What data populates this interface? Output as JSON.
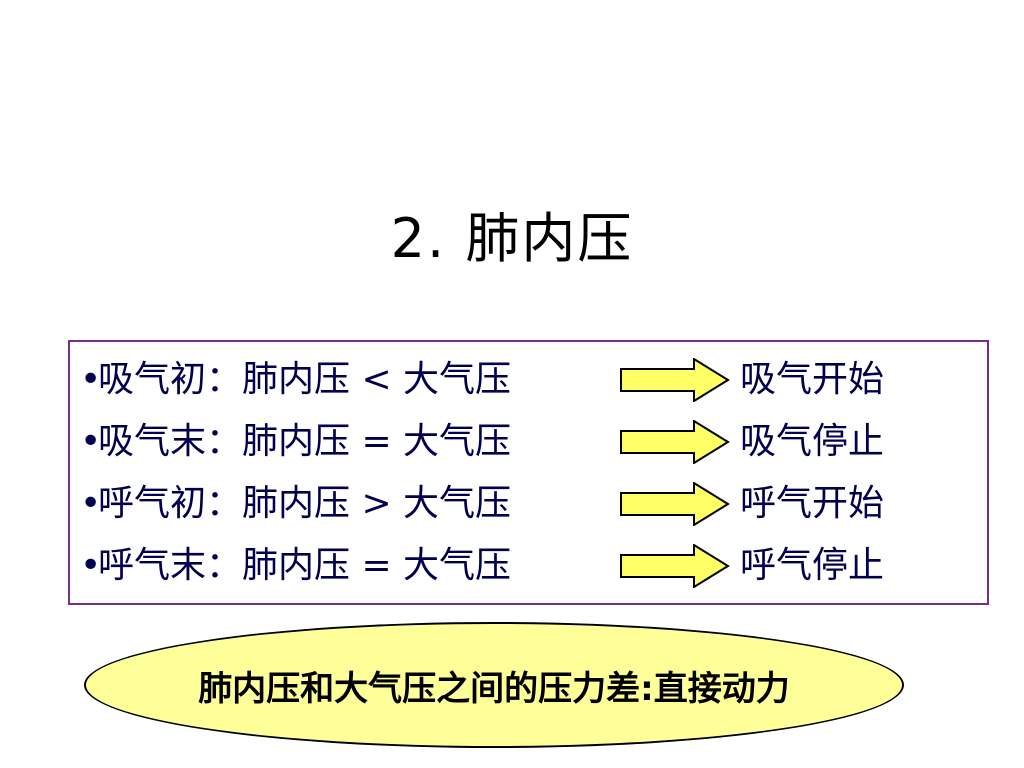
{
  "title": "2. 肺内压",
  "rows": [
    {
      "bullet": "•",
      "phase": "吸气初：肺内压 < 大气压",
      "result": "吸气开始"
    },
    {
      "bullet": "•",
      "phase": "吸气末：肺内压 = 大气压",
      "result": "吸气停止"
    },
    {
      "bullet": "•",
      "phase": "呼气初：肺内压 > 大气压",
      "result": "呼气开始"
    },
    {
      "bullet": "•",
      "phase": "呼气末：肺内压 = 大气压",
      "result": "呼气停止"
    }
  ],
  "summary": "肺内压和大气压之间的压力差:直接动力",
  "colors": {
    "box_border": "#7a2f86",
    "text": "#00004d",
    "arrow_fill": "#ffff66",
    "oval_fill": "#ffff99"
  }
}
